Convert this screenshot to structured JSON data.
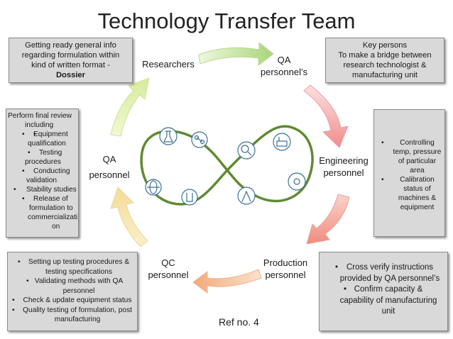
{
  "title": "Technology Transfer Team",
  "roles": {
    "researchers": "Researchers",
    "qa_top": [
      "QA",
      "personnel’s"
    ],
    "engineering": [
      "Engineering",
      "personnel"
    ],
    "production": [
      "Production",
      "personnel"
    ],
    "qc": [
      "QC",
      "personnel"
    ],
    "qa_left": [
      "QA",
      "personnel"
    ]
  },
  "boxes": {
    "dossier": {
      "lines": [
        "Getting ready general info",
        "regarding formulation within",
        "kind of written format -"
      ],
      "bold": "Dossier"
    },
    "key_persons": {
      "lines": [
        "Key persons",
        "To make a bridge between",
        "research technologist &",
        "manufacturing unit"
      ]
    },
    "final_review": {
      "intro": [
        "Perform final review",
        "including"
      ],
      "items": [
        [
          "Equipment",
          "qualification"
        ],
        [
          "Testing",
          "procedures"
        ],
        [
          "Conducting",
          "validation"
        ],
        [
          "Stability studies"
        ],
        [
          "Release of",
          "formulation to",
          "commercializati",
          "on"
        ]
      ]
    },
    "engineering_tasks": {
      "items": [
        [
          "Controlling",
          "temp, pressure",
          "of particular",
          "area"
        ],
        [
          "Calibration",
          "status of",
          "machines &",
          "equipment"
        ]
      ]
    },
    "qc_tasks": {
      "items": [
        [
          "Setting up testing procedures &",
          "testing specifications"
        ],
        [
          "Validating methods with QA",
          "personnel"
        ],
        [
          "Check & update equipment status"
        ],
        [
          "Quality testing of formulation, post",
          "manufacturing"
        ]
      ]
    },
    "production_tasks": {
      "items": [
        [
          "Cross verify instructions",
          "provided by QA personnel’s"
        ],
        [
          "Confirm capacity &",
          "capability of manufacturing",
          "unit"
        ]
      ]
    }
  },
  "ref": "Ref no. 4",
  "colors": {
    "arrow_green": "#c9e6a2",
    "arrow_red": "#f4a6a6",
    "arrow_yellow": "#f6e6a6",
    "loop": "#5f8a33"
  }
}
